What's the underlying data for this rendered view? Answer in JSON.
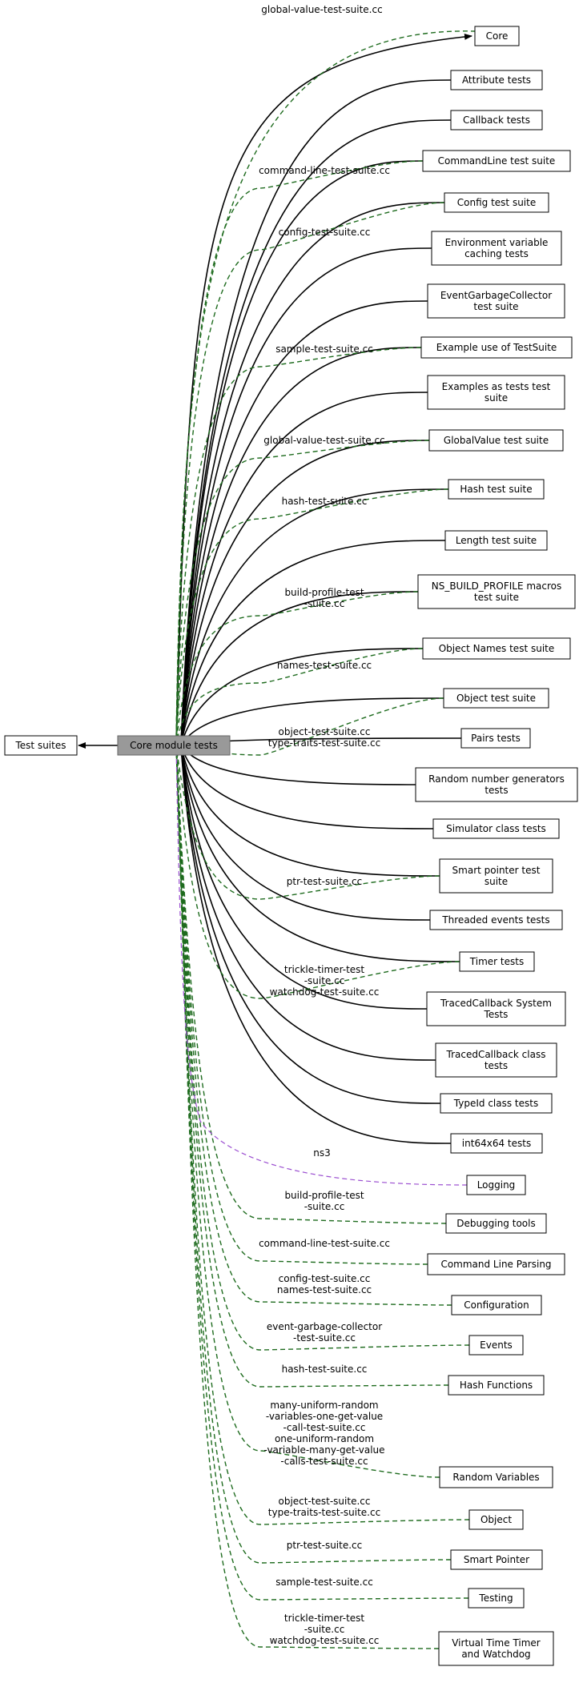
{
  "nodes": {
    "test_suites": "Test suites",
    "core_module_tests": "Core module tests",
    "core": "Core",
    "attribute_tests": "Attribute tests",
    "callback_tests": "Callback tests",
    "commandline_test_suite": "CommandLine test suite",
    "config_test_suite": "Config test suite",
    "env_var_caching_tests": [
      "Environment variable",
      "caching tests"
    ],
    "event_gc_test_suite": [
      "EventGarbageCollector",
      "test suite"
    ],
    "example_use_testsuite": "Example use of TestSuite",
    "examples_as_tests": [
      "Examples as tests test",
      "suite"
    ],
    "globalvalue_test_suite": "GlobalValue test suite",
    "hash_test_suite": "Hash test suite",
    "length_test_suite": "Length test suite",
    "ns_build_profile": [
      "NS_BUILD_PROFILE macros",
      "test suite"
    ],
    "object_names_test_suite": "Object Names test suite",
    "object_test_suite": "Object test suite",
    "pairs_tests": "Pairs tests",
    "rng_tests": [
      "Random number generators",
      "tests"
    ],
    "simulator_class_tests": "Simulator class tests",
    "smart_pointer_test_suite": [
      "Smart pointer test",
      "suite"
    ],
    "threaded_events_tests": "Threaded events tests",
    "timer_tests": "Timer tests",
    "tracedcallback_system_tests": [
      "TracedCallback System",
      "Tests"
    ],
    "tracedcallback_class_tests": [
      "TracedCallback class",
      "tests"
    ],
    "typeid_class_tests": "TypeId class tests",
    "int64x64_tests": "int64x64 tests",
    "logging": "Logging",
    "debugging_tools": "Debugging tools",
    "command_line_parsing": "Command Line Parsing",
    "configuration": "Configuration",
    "events": "Events",
    "hash_functions": "Hash Functions",
    "random_variables": "Random Variables",
    "object": "Object",
    "smart_pointer": "Smart Pointer",
    "testing": "Testing",
    "virtual_time_timer": [
      "Virtual Time Timer",
      "and Watchdog"
    ]
  },
  "edge_labels": {
    "core": "global-value-test-suite.cc",
    "commandline": "command-line-test-suite.cc",
    "config": "config-test-suite.cc",
    "example_use": "sample-test-suite.cc",
    "globalvalue": "global-value-test-suite.cc",
    "hash": "hash-test-suite.cc",
    "ns_build_profile": [
      "build-profile-test",
      "-suite.cc"
    ],
    "object_names": "names-test-suite.cc",
    "object_test": [
      "object-test-suite.cc",
      "type-traits-test-suite.cc"
    ],
    "smart_pointer_test": "ptr-test-suite.cc",
    "timer": [
      "trickle-timer-test",
      "-suite.cc",
      "watchdog-test-suite.cc"
    ],
    "logging": "ns3",
    "debugging": [
      "build-profile-test",
      "-suite.cc"
    ],
    "command_line_parsing": "command-line-test-suite.cc",
    "configuration": [
      "config-test-suite.cc",
      "names-test-suite.cc"
    ],
    "events": [
      "event-garbage-collector",
      "-test-suite.cc"
    ],
    "hash_functions": "hash-test-suite.cc",
    "random_variables": [
      "many-uniform-random",
      "-variables-one-get-value",
      "-call-test-suite.cc",
      "one-uniform-random",
      "-variable-many-get-value",
      "-calls-test-suite.cc"
    ],
    "object": [
      "object-test-suite.cc",
      "type-traits-test-suite.cc"
    ],
    "smart_pointer": "ptr-test-suite.cc",
    "testing": "sample-test-suite.cc",
    "virtual_time": [
      "trickle-timer-test",
      "-suite.cc",
      "watchdog-test-suite.cc"
    ]
  },
  "colors": {
    "solid_edge": "#000000",
    "dashed_edge": "#1e6b1e",
    "logging_edge": "#9a4dd0",
    "core_module_fill": "#999999"
  }
}
